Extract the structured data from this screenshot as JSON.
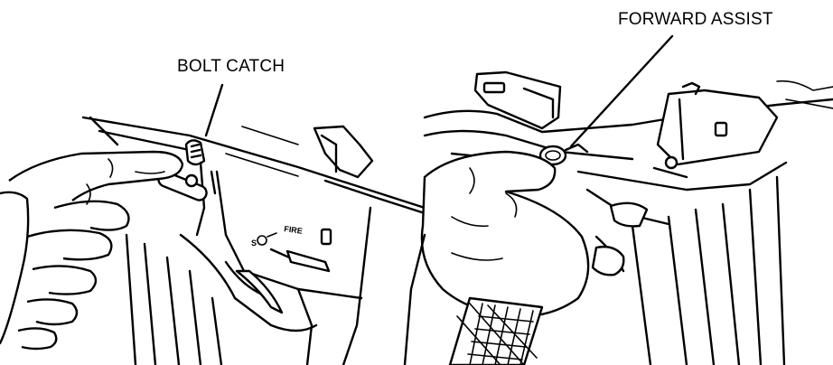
{
  "labels": {
    "bolt_catch": "BOLT CATCH",
    "forward_assist": "FORWARD ASSIST"
  },
  "selector_markings": {
    "fire": "FIRE",
    "safe": "S"
  }
}
